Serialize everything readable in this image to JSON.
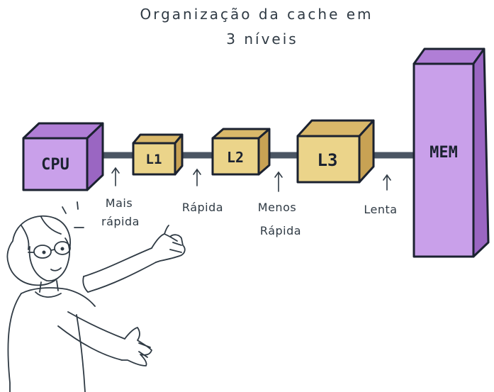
{
  "title": {
    "line1": "Organização da cache em",
    "line2": "3 níveis"
  },
  "components": {
    "cpu": "CPU",
    "l1": "L1",
    "l2": "L2",
    "l3": "L3",
    "mem": "MEM"
  },
  "speed_labels": {
    "l1_line1": "Mais",
    "l1_line2": "rápida",
    "l2": "Rápida",
    "l3_line1": "Menos",
    "l3_line2": "Rápida",
    "mem": "Lenta"
  },
  "colors": {
    "purple_front": "#c9a0ea",
    "purple_top": "#b07ed6",
    "purple_side": "#9a66c2",
    "gold_front": "#ebd48a",
    "gold_top": "#d9b86a",
    "gold_side": "#c8a254",
    "connector": "#4a5563",
    "ink": "#1b2230"
  }
}
